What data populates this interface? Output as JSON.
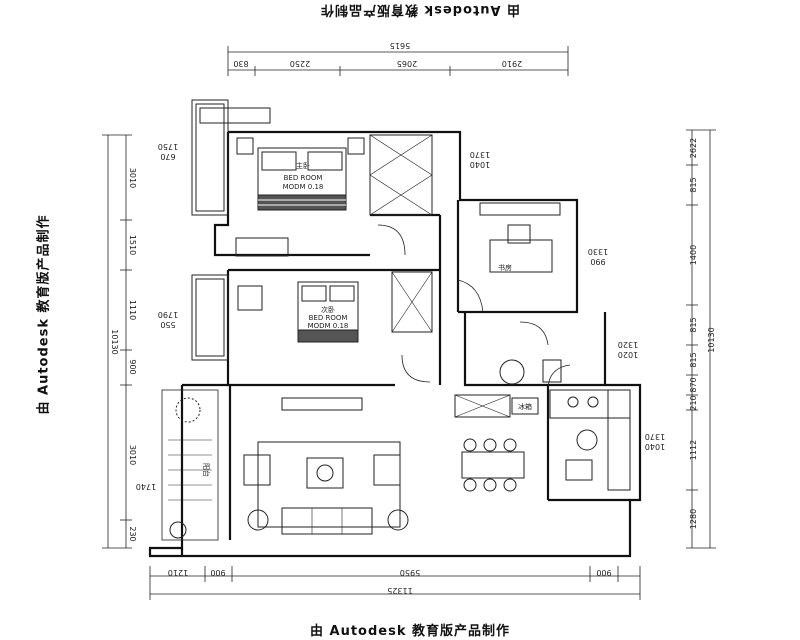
{
  "watermark_text": "由 Autodesk 教育版产品制作",
  "dimensions": {
    "top_total": "5615",
    "top_segments": [
      "830",
      "2250",
      "2065",
      "2910"
    ],
    "bottom_total": "11325",
    "bottom_segments": [
      "1210",
      "900",
      "5950",
      "900"
    ],
    "left_total": "10130",
    "left_segments": [
      "3010",
      "1510",
      "1110",
      "900",
      "3010",
      "230"
    ],
    "right_total": "10130",
    "right_segments": [
      "2622",
      "815",
      "1400",
      "815",
      "815",
      "870",
      "210",
      "1112",
      "1280"
    ]
  },
  "openings": {
    "bay_window_1": [
      "1750",
      "670"
    ],
    "bay_window_2": [
      "1790",
      "550"
    ],
    "study_window": [
      "1370",
      "1040"
    ],
    "study_door_dim": [
      "1330",
      "990"
    ],
    "bath_window": [
      "1320",
      "1020"
    ],
    "kitchen_window": [
      "1370",
      "1040"
    ],
    "balcony_window": "1740"
  },
  "rooms": {
    "master_bedroom": "主卧",
    "master_bed_label": "BED ROOM",
    "master_bed_size": "MODM 0.18",
    "second_bedroom": "次卧",
    "second_bed_label": "BED ROOM",
    "second_bed_size": "MODM 0.18",
    "study_label": "书房",
    "balcony_label": "阳台",
    "fridge_label": "冰箱"
  }
}
